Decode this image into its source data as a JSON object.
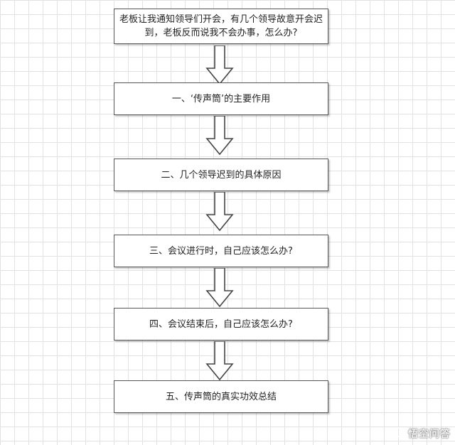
{
  "flowchart": {
    "steps": [
      "老板让我通知领导们开会，有几个领导故意开会迟到，老板反而说我不会办事，怎么办?",
      "一、‘传声筒’的主要作用",
      "二、几个领导迟到的具体原因",
      "三、会议进行时，自己应该怎么办?",
      "四、会议结束后，自己应该怎么办?",
      "五、传声筒的真实功效总结"
    ]
  },
  "watermark": {
    "text": "悟空问答",
    "icon": "chat-bubble-icon"
  },
  "colors": {
    "box_border": "#555555",
    "arrow_stroke": "#444444",
    "grid": "#e2e2e2"
  }
}
